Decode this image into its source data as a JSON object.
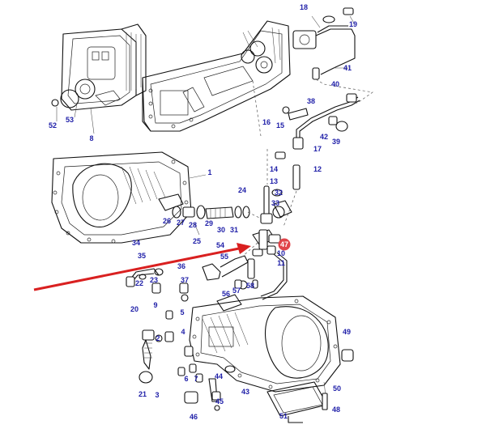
{
  "diagram": {
    "callouts": [
      "1",
      "2",
      "3",
      "4",
      "5",
      "6",
      "7",
      "8",
      "9",
      "10",
      "11",
      "12",
      "13",
      "14",
      "15",
      "16",
      "17",
      "18",
      "19",
      "20",
      "21",
      "22",
      "23",
      "24",
      "25",
      "26",
      "27",
      "28",
      "29",
      "30",
      "31",
      "32",
      "33",
      "34",
      "35",
      "36",
      "37",
      "38",
      "39",
      "40",
      "41",
      "42",
      "43",
      "44",
      "45",
      "46",
      "47",
      "48",
      "49",
      "50",
      "51",
      "52",
      "53",
      "54",
      "55",
      "56",
      "57",
      "58"
    ],
    "highlighted_part": "47",
    "colors": {
      "callout_text": "#1f1fa8",
      "highlight_badge": "#e0444a",
      "arrow": "#d92020",
      "line_art": "#111111"
    }
  }
}
